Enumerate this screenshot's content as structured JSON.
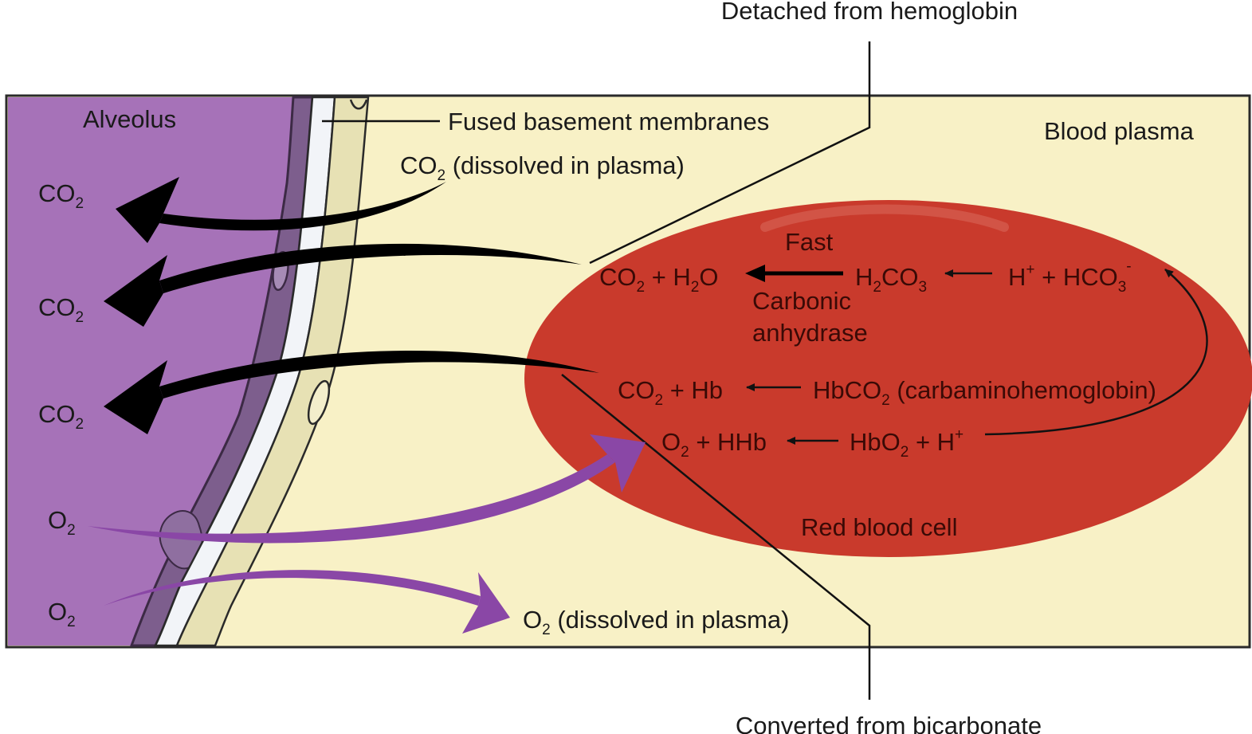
{
  "labels": {
    "top_callout": "Detached from hemoglobin",
    "bottom_callout": "Converted from bicarbonate",
    "alveolus": "Alveolus",
    "membranes": "Fused basement membranes",
    "blood_plasma": "Blood plasma",
    "red_blood_cell": "Red blood cell",
    "co2_dissolved": {
      "main": "CO",
      "sub": "2",
      "rest": " (dissolved in plasma)"
    },
    "o2_dissolved": {
      "main": "O",
      "sub": "2",
      "rest": " (dissolved in plasma)"
    },
    "fast": "Fast",
    "carbonic": "Carbonic",
    "anhydrase": "anhydrase",
    "alveolus_gas_labels": [
      {
        "main": "CO",
        "sub": "2"
      },
      {
        "main": "CO",
        "sub": "2"
      },
      {
        "main": "CO",
        "sub": "2"
      },
      {
        "main": "O",
        "sub": "2"
      },
      {
        "main": "O",
        "sub": "2"
      }
    ]
  },
  "equations": {
    "row1": {
      "a_main": "CO",
      "a_sub": "2",
      "a_mid": " + H",
      "a_sub2": "2",
      "a_end": "O",
      "b_main": "H",
      "b_sub": "2",
      "b_mid": "CO",
      "b_sub2": "3",
      "c_main": "H",
      "c_sup": "+",
      "c_mid": " + HCO",
      "c_sub": "3",
      "c_sup2": "-"
    },
    "row2": {
      "a_main": "CO",
      "a_sub": "2",
      "a_end": " + Hb",
      "b_main": "HbCO",
      "b_sub": "2",
      "b_end": " (carbaminohemoglobin)"
    },
    "row3": {
      "a_main": "O",
      "a_sub": "2",
      "a_end": " + HHb",
      "b_main": "HbO",
      "b_sub": "2",
      "b_mid": " + H",
      "b_sup": "+"
    }
  },
  "colors": {
    "alveolus": "#a672b8",
    "wall_dark": "#7d5e8d",
    "capillary_wall": "#e7e1b4",
    "membrane": "#f2f4f8",
    "plasma": "#f8f1c6",
    "rbc": "#c93a2c",
    "co2_arrow": "#000000",
    "o2_arrow": "#8a47a6"
  }
}
